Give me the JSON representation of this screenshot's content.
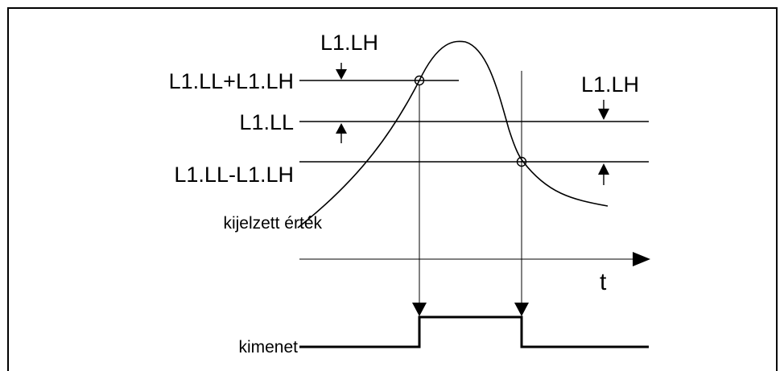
{
  "labels": {
    "lh_top": "L1.LH",
    "upper_level": "L1.LL+L1.LH",
    "level": "L1.LL",
    "lower_level": "L1.LL-L1.LH",
    "lh_right": "L1.LH",
    "measured_value": "kijelzett érték",
    "time_axis": "t",
    "output": "kimenet"
  }
}
